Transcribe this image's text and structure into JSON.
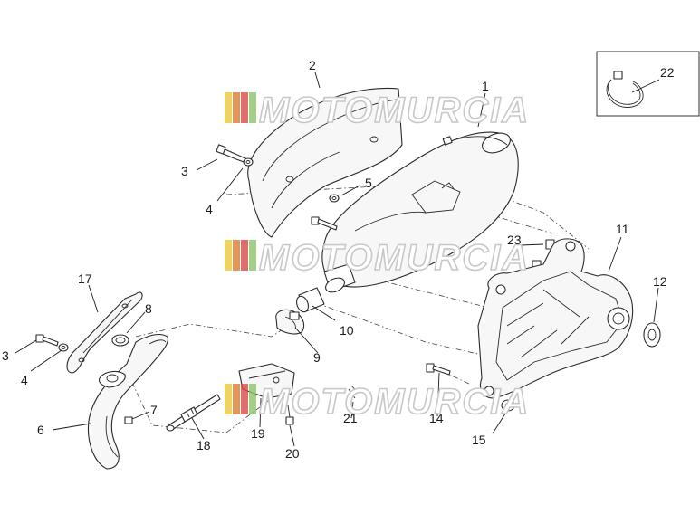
{
  "watermark": {
    "text": "MOTOMURCIA",
    "stripe_colors": [
      "#e8c83a",
      "#e07a2e",
      "#d94a4a",
      "#8cc46a"
    ]
  },
  "callouts": [
    {
      "id": "1",
      "label": "1"
    },
    {
      "id": "2",
      "label": "2"
    },
    {
      "id": "3a",
      "label": "3"
    },
    {
      "id": "3b",
      "label": "3"
    },
    {
      "id": "4a",
      "label": "4"
    },
    {
      "id": "4b",
      "label": "4"
    },
    {
      "id": "5",
      "label": "5"
    },
    {
      "id": "6",
      "label": "6"
    },
    {
      "id": "7",
      "label": "7"
    },
    {
      "id": "8",
      "label": "8"
    },
    {
      "id": "9",
      "label": "9"
    },
    {
      "id": "10",
      "label": "10"
    },
    {
      "id": "11",
      "label": "11"
    },
    {
      "id": "12",
      "label": "12"
    },
    {
      "id": "14",
      "label": "14"
    },
    {
      "id": "15",
      "label": "15"
    },
    {
      "id": "17",
      "label": "17"
    },
    {
      "id": "18",
      "label": "18"
    },
    {
      "id": "19",
      "label": "19"
    },
    {
      "id": "20",
      "label": "20"
    },
    {
      "id": "21",
      "label": "21"
    },
    {
      "id": "22",
      "label": "22"
    },
    {
      "id": "23",
      "label": "23"
    }
  ]
}
